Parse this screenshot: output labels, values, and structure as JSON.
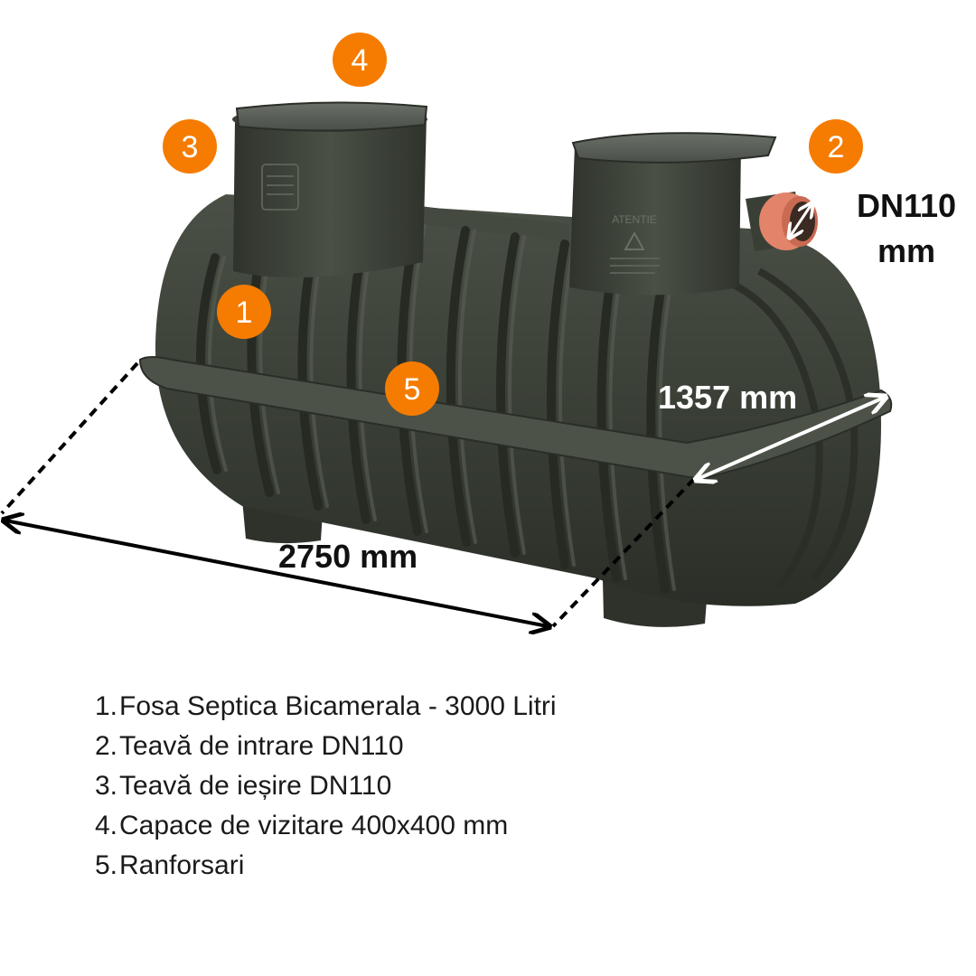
{
  "badges": [
    {
      "n": "1",
      "color": "#f57c00"
    },
    {
      "n": "2",
      "color": "#f57c00"
    },
    {
      "n": "3",
      "color": "#f57c00"
    },
    {
      "n": "4",
      "color": "#f57c00"
    },
    {
      "n": "5",
      "color": "#f57c00"
    }
  ],
  "dimensions": {
    "inlet": [
      "DN110",
      "mm"
    ],
    "width": "1357 mm",
    "length": "2750 mm"
  },
  "tank": {
    "warning_text": "ATENTIE",
    "body_color": "#3a3f36",
    "pipe_color": "#e2846a"
  },
  "legend": [
    {
      "num": "1.",
      "text": "Fosa Septica Bicamerala - 3000 Litri"
    },
    {
      "num": "2.",
      "text": "Teavă de intrare DN110"
    },
    {
      "num": "3.",
      "text": "Teavă de ieșire DN110"
    },
    {
      "num": "4.",
      "text": "Capace de vizitare 400x400 mm"
    },
    {
      "num": "5.",
      "text": "Ranforsari"
    }
  ]
}
